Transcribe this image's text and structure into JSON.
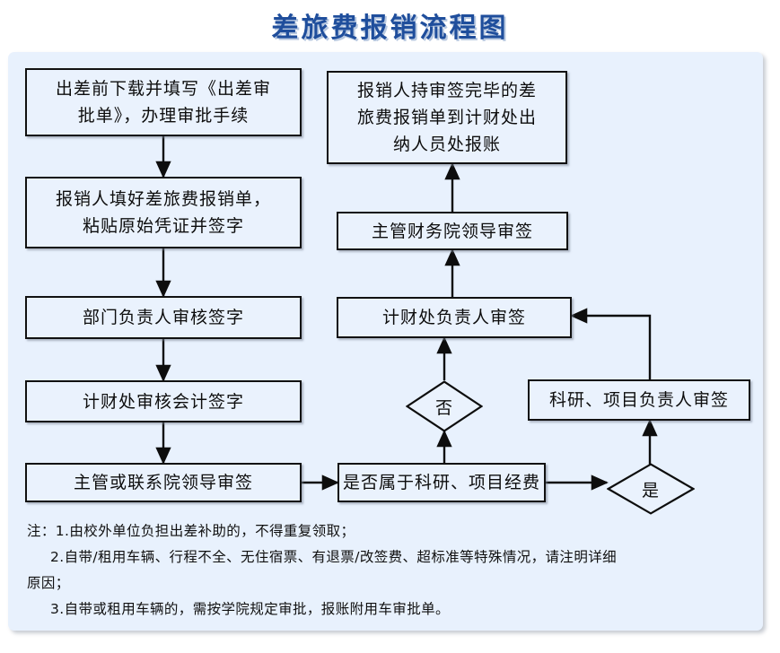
{
  "title": "差旅费报销流程图",
  "theme": {
    "title_color": "#1f4e9c",
    "panel_background": "#e8f1fd",
    "node_background": "#eaf2fd",
    "node_border": "#111111",
    "connector_color": "#0d0d0d",
    "page_background": "#ffffff"
  },
  "nodes": {
    "apply_form": "出差前下载并填写《出差审\n批单》，办理审批手续",
    "fill_claim": "报销人填好差旅费报销单，\n粘贴原始凭证并签字",
    "dept_head_sign": "部门负责人审核签字",
    "finance_accountant_sign": "计财处审核会计签字",
    "exec_or_liaison_sign": "主管或联系院领导审签",
    "is_research_project": "是否属于科研、项目经费",
    "research_leader_sign": "科研、项目负责人审签",
    "finance_head_sign": "计财处负责人审签",
    "finance_exec_sign": "主管财务院领导审签",
    "cashier_reimburse": "报销人持审签完毕的差\n旅费报销单到计财处出\n纳人员处报账"
  },
  "decisions": {
    "no": "否",
    "yes": "是"
  },
  "notes": {
    "line1": "注：1.由校外单位负担出差补助的，不得重复领取；",
    "line2": "2.自带/租用车辆、行程不全、无住宿票、有退票/改签费、超标准等特殊情况，请注明详细",
    "line3": "原因；",
    "line4": "3.自带或租用车辆的，需按学院规定审批，报账附用车审批单。"
  }
}
